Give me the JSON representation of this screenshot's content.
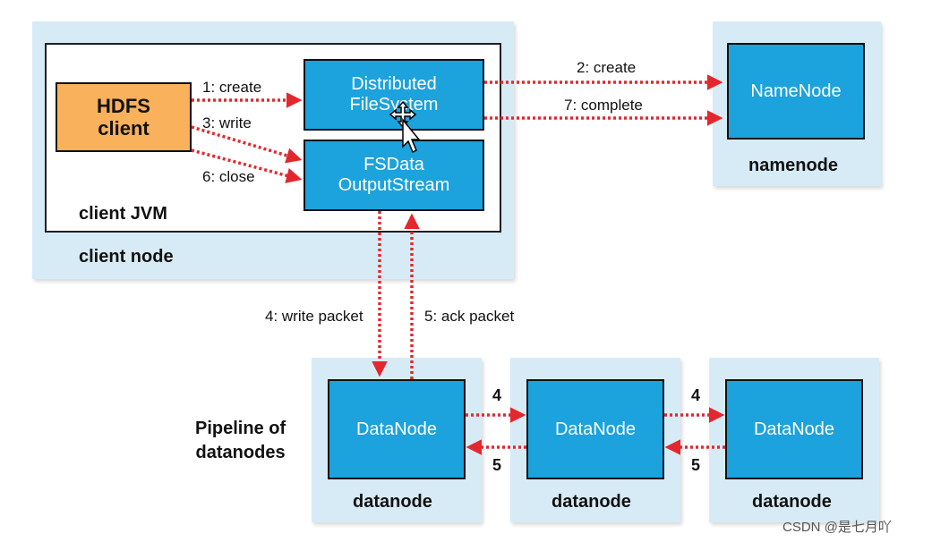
{
  "colors": {
    "panel": "#d7ebf6",
    "node_box": "#1ca2dc",
    "hdfs_client_box": "#f9b15b",
    "arrow": "#e2282e"
  },
  "client_node": {
    "label": "client node",
    "jvm_label": "client JVM",
    "hdfs_client": "HDFS\nclient",
    "distributed_fs": "Distributed\nFileSystem",
    "fsdata_stream": "FSData\nOutputStream"
  },
  "namenode": {
    "box_label": "NameNode",
    "node_label": "namenode"
  },
  "pipeline": {
    "label": "Pipeline of\ndatanodes",
    "datanodes": [
      {
        "box_label": "DataNode",
        "node_label": "datanode"
      },
      {
        "box_label": "DataNode",
        "node_label": "datanode"
      },
      {
        "box_label": "DataNode",
        "node_label": "datanode"
      }
    ]
  },
  "steps": {
    "create_client": "1: create",
    "write": "3: write",
    "close": "6: close",
    "create_namenode": "2: create",
    "complete": "7: complete",
    "write_packet": "4: write packet",
    "ack_packet": "5: ack packet",
    "forward_1": "4",
    "back_1": "5",
    "forward_2": "4",
    "back_2": "5"
  },
  "watermark": "CSDN @是七月吖",
  "icons": {
    "cursor": "mouse-pointer-move-icon"
  }
}
